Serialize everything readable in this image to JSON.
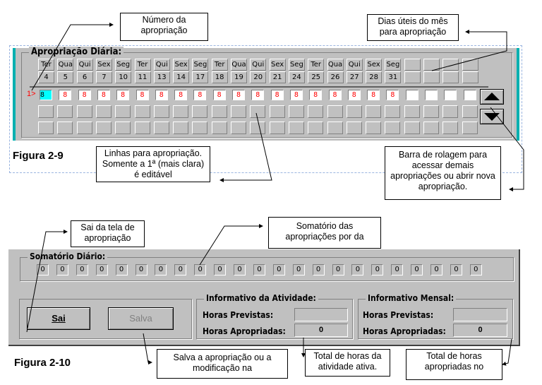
{
  "fig9": {
    "caption": "Figura 2-9",
    "group_title": "Apropriação Diária:",
    "weekdays": [
      "Ter",
      "Qua",
      "Qui",
      "Sex",
      "Seg",
      "Ter",
      "Qui",
      "Sex",
      "Seg",
      "Ter",
      "Qua",
      "Qui",
      "Sex",
      "Seg",
      "Ter",
      "Qua",
      "Qui",
      "Sex",
      "Seg",
      "",
      "",
      "",
      ""
    ],
    "dates": [
      "4",
      "5",
      "6",
      "7",
      "10",
      "11",
      "13",
      "14",
      "17",
      "18",
      "19",
      "20",
      "21",
      "24",
      "25",
      "26",
      "27",
      "28",
      "31",
      "",
      "",
      "",
      ""
    ],
    "row_marker": "1>",
    "row1_values": [
      "8",
      "8",
      "8",
      "8",
      "8",
      "8",
      "8",
      "8",
      "8",
      "8",
      "8",
      "8",
      "8",
      "8",
      "8",
      "8",
      "8",
      "8",
      "8",
      "",
      "",
      "",
      ""
    ],
    "scroll_up_icon": "triangle-up-icon",
    "scroll_down_icon": "triangle-down-icon",
    "active_color": "#00ffff",
    "value_color": "#ff0000",
    "callouts": {
      "numero": "Número da apropriação",
      "dias": "Dias úteis do mês para apropriação",
      "linhas": "Linhas para apropriação. Somente a 1ª (mais clara) é editável",
      "barra": "Barra de rolagem para acessar demais apropriações ou abrir nova apropriação."
    }
  },
  "fig10": {
    "caption": "Figura 2-10",
    "somatorio_title": "Somatório Diário:",
    "somatorio_values": [
      "0",
      "0",
      "0",
      "0",
      "0",
      "0",
      "0",
      "0",
      "0",
      "0",
      "0",
      "0",
      "0",
      "0",
      "0",
      "0",
      "0",
      "0",
      "0",
      "0",
      "0",
      "0",
      "0"
    ],
    "sai_label": "Sai",
    "salva_label": "Salva",
    "atividade": {
      "title": "Informativo da Atividade:",
      "previstas_label": "Horas Previstas:",
      "previstas_value": "",
      "apropriadas_label": "Horas Apropriadas:",
      "apropriadas_value": "0"
    },
    "mensal": {
      "title": "Informativo Mensal:",
      "previstas_label": "Horas Previstas:",
      "previstas_value": "",
      "apropriadas_label": "Horas Apropriadas:",
      "apropriadas_value": "0"
    },
    "callouts": {
      "sai": "Sai da tela de apropriação",
      "somatorio": "Somatório das apropriações por da",
      "salva": "Salva a apropriação ou a modificação na",
      "total_atividade": "Total de horas da atividade ativa.",
      "total_mensal": "Total de horas apropriadas no"
    }
  }
}
